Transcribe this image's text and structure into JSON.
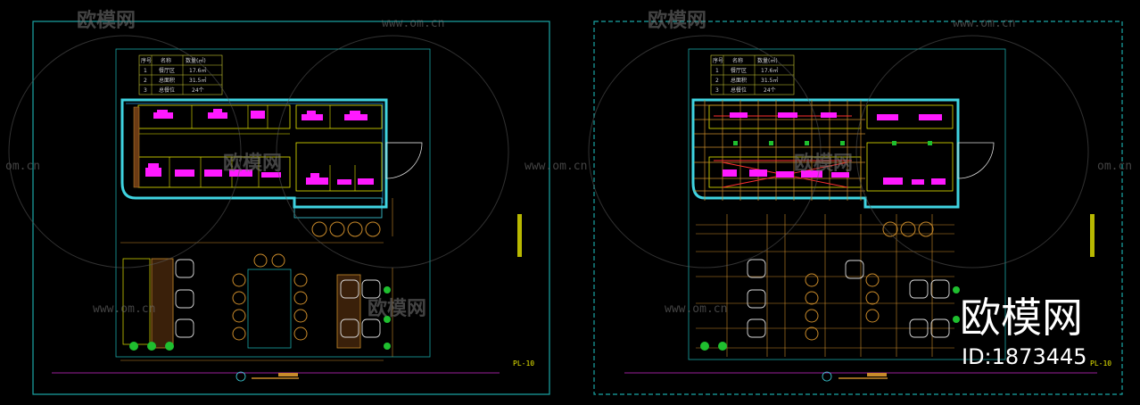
{
  "watermark": {
    "brand": "欧模网",
    "site": "www.om.cn",
    "site_short": "om.cn",
    "big_brand": "欧模网",
    "id_text": "ID:1873445"
  },
  "sheet_left": {
    "table": {
      "headers": [
        "序号",
        "名称",
        "数量(㎡)"
      ],
      "rows": [
        [
          "1",
          "餐厅区",
          "17.6㎡"
        ],
        [
          "2",
          "总面积",
          "31.5㎡"
        ],
        [
          "3",
          "总餐位",
          "24个"
        ]
      ]
    },
    "title_code": "PL-10"
  },
  "sheet_right": {
    "table": {
      "headers": [
        "序号",
        "名称",
        "数量(㎡)"
      ],
      "rows": [
        [
          "1",
          "餐厅区",
          "17.6㎡"
        ],
        [
          "2",
          "总面积",
          "31.5㎡"
        ],
        [
          "3",
          "总餐位",
          "24个"
        ]
      ]
    },
    "title_code": "PL-10"
  },
  "colors": {
    "background": "#000000",
    "frame": "#1aa6a6",
    "wall_cyan": "#3fd3e0",
    "wall_yellow": "#e6e600",
    "furniture_magenta": "#ff19ff",
    "dim_orange": "#c98a2a",
    "chair_outline": "#d9d9d9",
    "plant_green": "#1fbf2f",
    "watermark_grey": "#6a6a6a",
    "big_watermark": "#ffffff"
  }
}
